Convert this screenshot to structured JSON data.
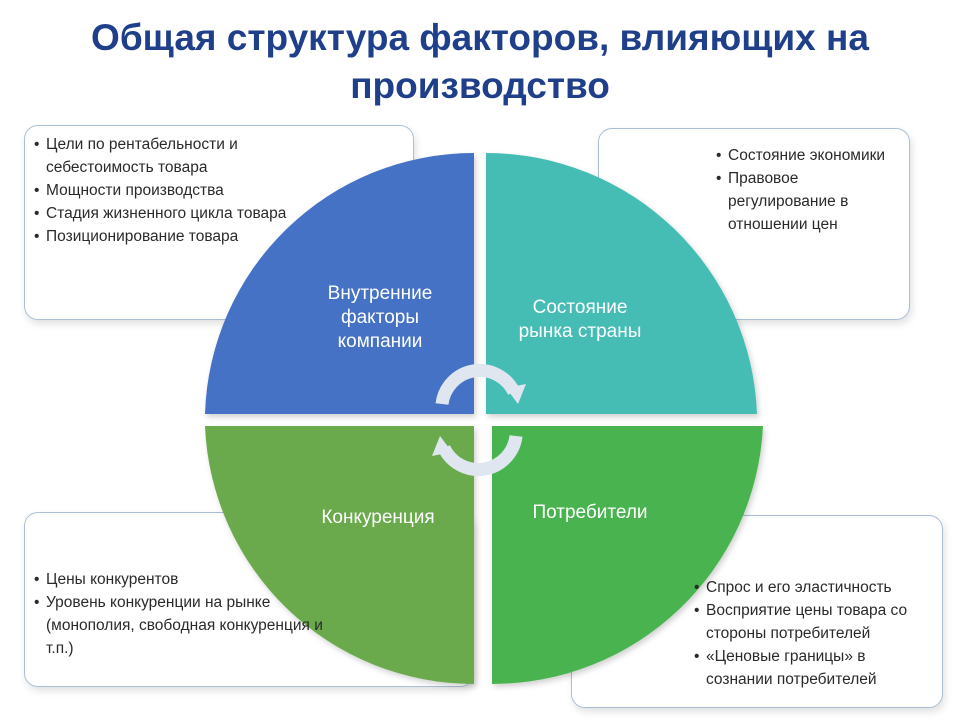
{
  "title": {
    "line1": "Общая структура факторов, влияющих на",
    "line2": "производство"
  },
  "quadrants": {
    "internal": {
      "label": [
        "Внутренние",
        "факторы",
        "компании"
      ],
      "color": "#4472c4"
    },
    "market": {
      "label": [
        "Состояние",
        "рынка страны"
      ],
      "color": "#45bdb4"
    },
    "competition": {
      "label": [
        "Конкуренция"
      ],
      "color": "#6aaa4e"
    },
    "consumers": {
      "label": [
        "Потребители"
      ],
      "color": "#48b450"
    }
  },
  "boxes": {
    "internal": [
      "Цели по рентабельности и себестоимость товара",
      "Мощности производства",
      "Стадия жизненного цикла товара",
      "Позиционирование товара"
    ],
    "market": [
      "Состояние экономики",
      "Правовое регулирование в отношении цен"
    ],
    "competition": [
      "Цены конкурентов",
      "Уровень конкуренции   на рынке (монополия, свободная конкуренция и т.п.)"
    ],
    "consumers": [
      "Спрос и его эластичность",
      "Восприятие цены товара со стороны потребителей",
      "«Ценовые границы» в сознании потребителей"
    ]
  },
  "arrow_color": "#dfe6f0",
  "box_border_color": "#a9bfd6"
}
